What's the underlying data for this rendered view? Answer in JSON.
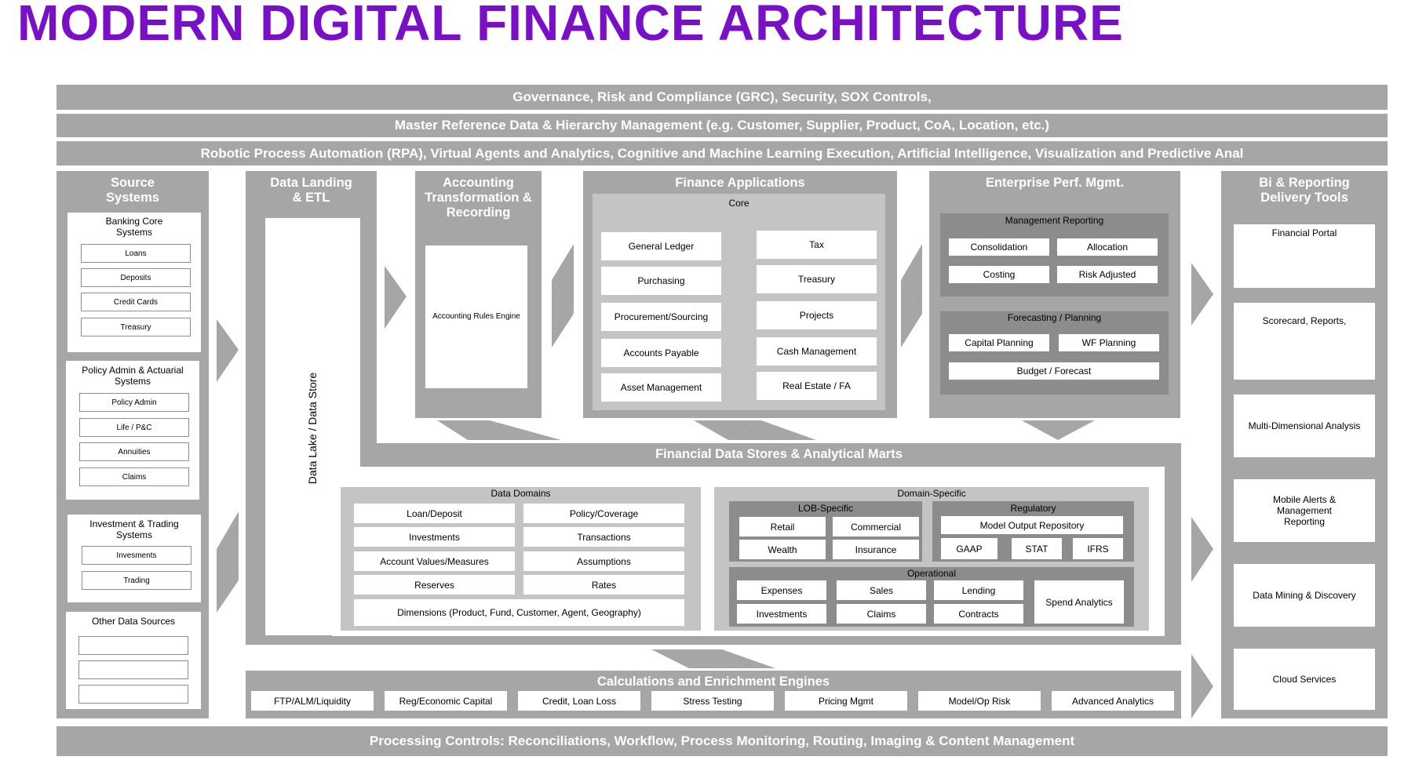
{
  "title": "MODERN DIGITAL FINANCE ARCHITECTURE",
  "bands": {
    "grc": "Governance, Risk and Compliance (GRC), Security, SOX Controls,",
    "mdm": "Master Reference Data & Hierarchy Management (e.g. Customer, Supplier, Product, CoA, Location, etc.)",
    "rpa": "Robotic Process Automation (RPA), Virtual Agents and Analytics, Cognitive and Machine Learning Execution, Artificial Intelligence, Visualization and Predictive Anal",
    "processing": "Processing Controls: Reconciliations, Workflow, Process Monitoring, Routing, Imaging & Content Management"
  },
  "source": {
    "title": "Source Systems",
    "banking": {
      "title": "Banking Core Systems",
      "items": [
        "Loans",
        "Deposits",
        "Credit Cards",
        "Treasury"
      ]
    },
    "policy": {
      "title": "Policy Admin & Actuarial Systems",
      "items": [
        "Policy Admin",
        "Life / P&C",
        "Annuities",
        "Claims"
      ]
    },
    "investment": {
      "title": "Investment & Trading Systems",
      "items": [
        "Invesments",
        "Trading"
      ]
    },
    "other": {
      "title": "Other Data Sources",
      "items": [
        "",
        "",
        ""
      ]
    }
  },
  "landing": {
    "title": "Data Landing & ETL",
    "lake": "Data Lake / Data Store"
  },
  "accounting": {
    "title": "Accounting Transformation & Recording",
    "engine": "Accounting Rules Engine"
  },
  "finapps": {
    "title": "Finance Applications",
    "core": "Core",
    "left": [
      "General Ledger",
      "Purchasing",
      "Procurement/Sourcing",
      "Accounts Payable",
      "Asset Management"
    ],
    "right": [
      "Tax",
      "Treasury",
      "Projects",
      "Cash Management",
      "Real Estate / FA"
    ]
  },
  "epm": {
    "title": "Enterprise Perf. Mgmt.",
    "mgmt": {
      "title": "Management Reporting",
      "items": [
        "Consolidation",
        "Allocation",
        "Costing",
        "Risk Adjusted"
      ]
    },
    "forecast": {
      "title": "Forecasting / Planning",
      "items": [
        "Capital Planning",
        "WF Planning",
        "Budget / Forecast"
      ]
    }
  },
  "bi": {
    "title": "Bi & Reporting Delivery Tools",
    "items": [
      "Financial Portal",
      "Scorecard, Reports,",
      "Multi-Dimensional Analysis",
      "Mobile Alerts & Management Reporting",
      "Data Mining & Discovery",
      "Cloud Services"
    ]
  },
  "fds": {
    "title": "Financial Data Stores & Analytical Marts",
    "domains": {
      "title": "Data Domains",
      "left": [
        "Loan/Deposit",
        "Investments",
        "Account Values/Measures",
        "Reserves"
      ],
      "right": [
        "Policy/Coverage",
        "Transactions",
        "Assumptions",
        "Rates"
      ],
      "dimensions": "Dimensions (Product, Fund, Customer, Agent, Geography)"
    },
    "specific": {
      "title": "Domain-Specific",
      "lob": {
        "title": "LOB-Specific",
        "items": [
          "Retail",
          "Commercial",
          "Wealth",
          "Insurance"
        ]
      },
      "regulatory": {
        "title": "Regulatory",
        "top": "Model Output Repository",
        "items": [
          "GAAP",
          "STAT",
          "IFRS"
        ]
      },
      "operational": {
        "title": "Operational",
        "items": [
          "Expenses",
          "Sales",
          "Lending",
          "Investments",
          "Claims",
          "Contracts"
        ],
        "spend": "Spend Analytics"
      }
    }
  },
  "calc": {
    "title": "Calculations and Enrichment Engines",
    "items": [
      "FTP/ALM/Liquidity",
      "Reg/Economic Capital",
      "Credit, Loan Loss",
      "Stress Testing",
      "Pricing Mgmt",
      "Model/Op Risk",
      "Advanced Analytics"
    ]
  }
}
